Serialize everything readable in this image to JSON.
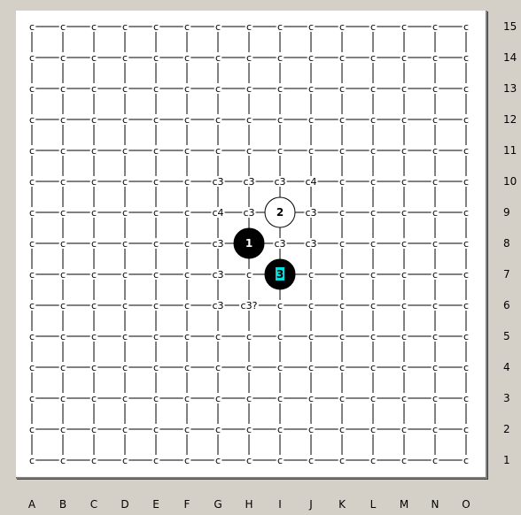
{
  "board": {
    "size": 15,
    "point_marker": "c",
    "columns": [
      "A",
      "B",
      "C",
      "D",
      "E",
      "F",
      "G",
      "H",
      "I",
      "J",
      "K",
      "L",
      "M",
      "N",
      "O"
    ],
    "rows": [
      "15",
      "14",
      "13",
      "12",
      "11",
      "10",
      "9",
      "8",
      "7",
      "6",
      "5",
      "4",
      "3",
      "2",
      "1"
    ],
    "stones": [
      {
        "number": "1",
        "color": "black",
        "col": "H",
        "row": "8",
        "highlight": false
      },
      {
        "number": "2",
        "color": "white",
        "col": "I",
        "row": "9",
        "highlight": false
      },
      {
        "number": "3",
        "color": "black",
        "col": "I",
        "row": "7",
        "highlight": true
      }
    ],
    "hints": [
      {
        "text": "c3",
        "col": "G",
        "row": "10"
      },
      {
        "text": "c3",
        "col": "H",
        "row": "10"
      },
      {
        "text": "c3",
        "col": "I",
        "row": "10"
      },
      {
        "text": "c4",
        "col": "J",
        "row": "10"
      },
      {
        "text": "c4",
        "col": "G",
        "row": "9"
      },
      {
        "text": "c3",
        "col": "H",
        "row": "9"
      },
      {
        "text": "c3",
        "col": "J",
        "row": "9"
      },
      {
        "text": "c3",
        "col": "G",
        "row": "8"
      },
      {
        "text": "c3",
        "col": "I",
        "row": "8"
      },
      {
        "text": "c3",
        "col": "J",
        "row": "8"
      },
      {
        "text": "c3",
        "col": "G",
        "row": "7"
      },
      {
        "text": "c3",
        "col": "G",
        "row": "6"
      },
      {
        "text": "c3?",
        "col": "H",
        "row": "6"
      }
    ],
    "colors": {
      "black_stone": "#000000",
      "white_stone": "#ffffff",
      "highlight_text": "#00e0e0",
      "window_bg": "#d4d0c8"
    }
  }
}
